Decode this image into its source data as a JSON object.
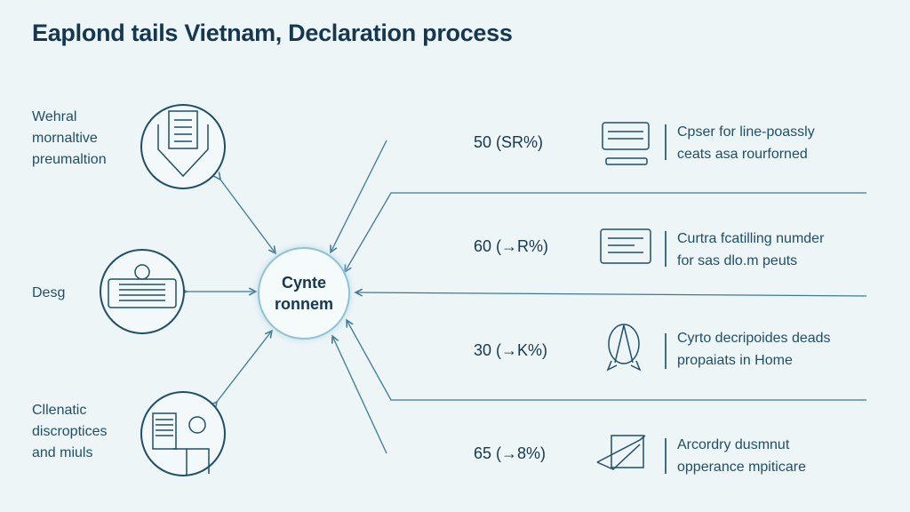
{
  "title": "Eaplond tails Vietnam, Declaration process",
  "center": {
    "line1": "Cynte",
    "line2": "ronnem"
  },
  "left_nodes": [
    {
      "lines": [
        "Wehral",
        "mornaltive",
        "preumaltion"
      ],
      "icon": "document-envelope-icon"
    },
    {
      "lines": [
        "Desg"
      ],
      "icon": "device-icon"
    },
    {
      "lines": [
        "Cllenatic",
        "discroptices",
        "and miuls"
      ],
      "icon": "office-scene-icon"
    }
  ],
  "right_rows": [
    {
      "value": "50 (SR%)",
      "icon": "monitor-icon",
      "desc": [
        "Cpser for line-poassly",
        "ceats asa rourforned"
      ]
    },
    {
      "value": "60 (→R%)",
      "icon": "screen-dashboard-icon",
      "desc": [
        "Curtra fcatilling numder",
        "for sas dlo.m peuts"
      ]
    },
    {
      "value": "30 (→K%)",
      "icon": "shield-badge-icon",
      "desc": [
        "Cyrto decripoides deads",
        "propaiats in Home"
      ]
    },
    {
      "value": "65 (→8%)",
      "icon": "document-pen-icon",
      "desc": [
        "Arcordry dusmnut",
        "opperance mpiticare"
      ]
    }
  ],
  "colors": {
    "background": "#eef5f7",
    "line": "#3b7a96",
    "text": "#14384f"
  }
}
